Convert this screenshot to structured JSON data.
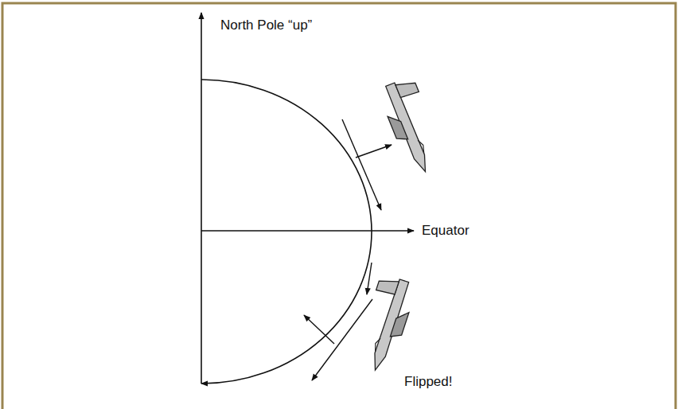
{
  "diagram": {
    "labels": [
      "North Pole “up”",
      "Equator",
      "Flipped!"
    ]
  }
}
